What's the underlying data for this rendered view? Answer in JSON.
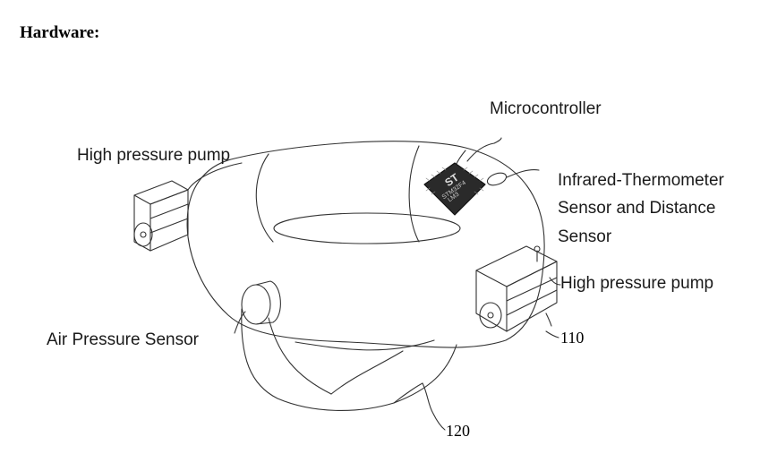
{
  "page": {
    "heading": "Hardware:"
  },
  "diagram": {
    "labels": {
      "microcontroller": "Microcontroller",
      "pump_left": "High pressure pump",
      "thermometer_line1": "Infrared-Thermometer",
      "thermometer_line2": "Sensor and Distance",
      "thermometer_line3": "Sensor",
      "pump_right": "High pressure pump",
      "air_pressure_sensor": "Air Pressure Sensor",
      "ref_110": "110",
      "ref_120": "120"
    },
    "chip": {
      "brand": "ST",
      "line1": "STM32F4",
      "line2": "LM3"
    }
  }
}
